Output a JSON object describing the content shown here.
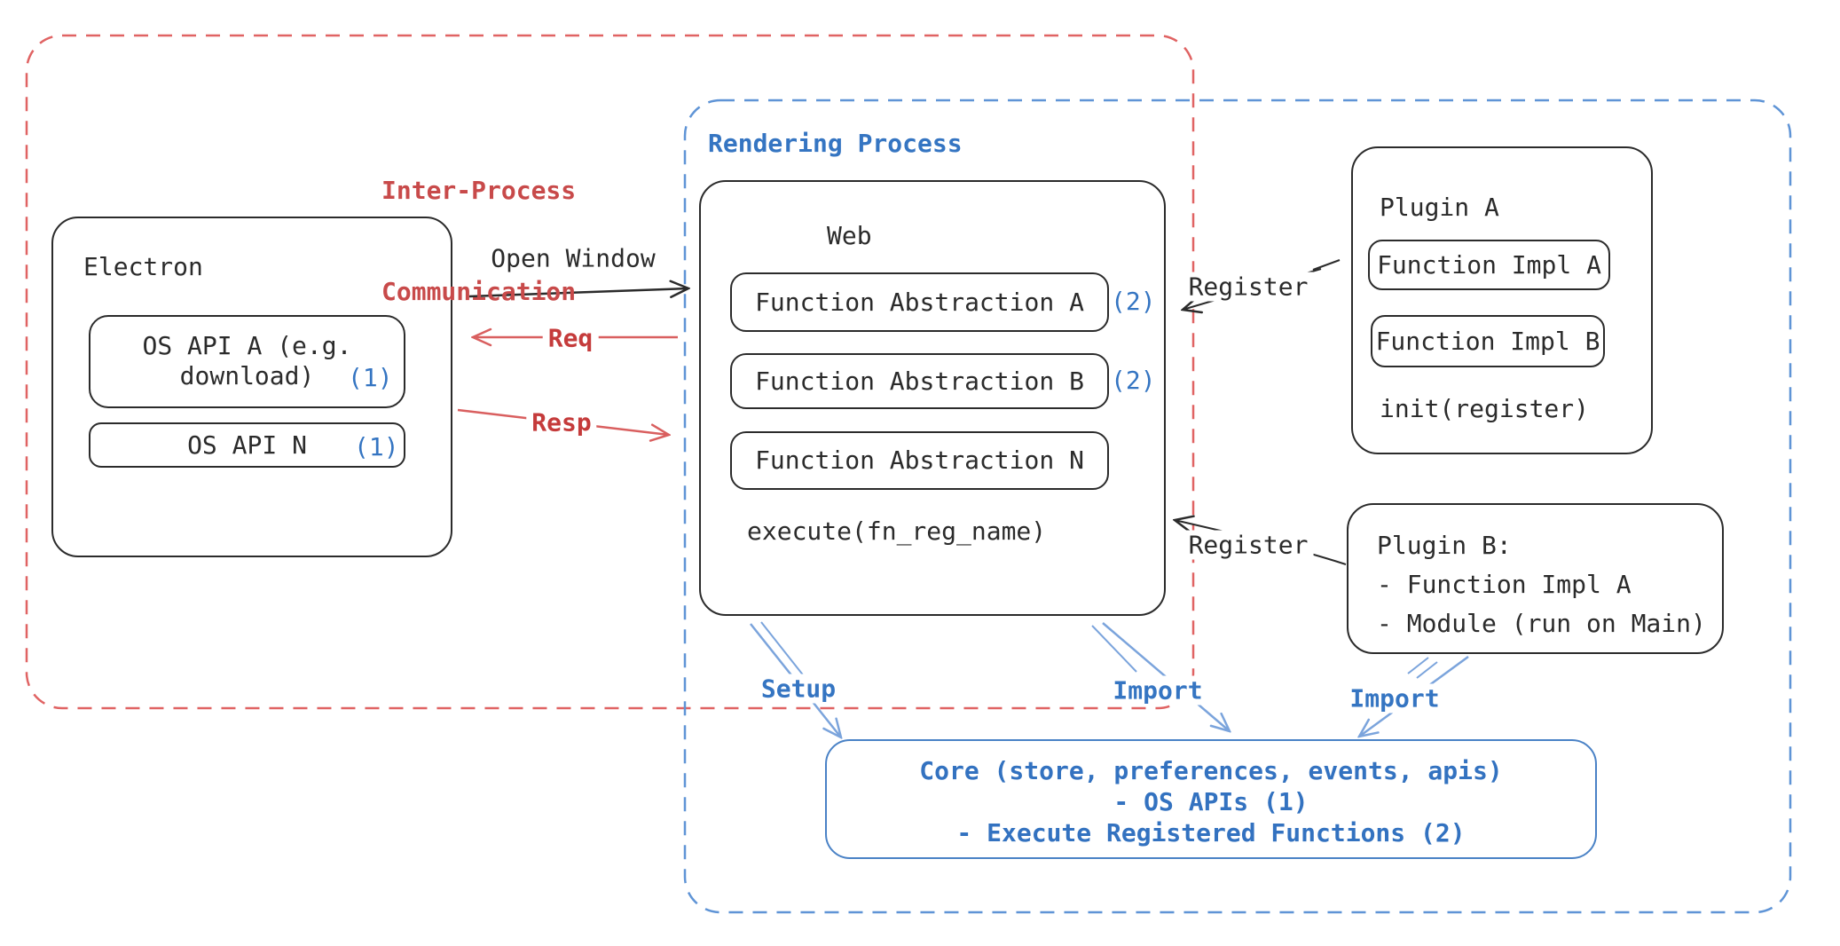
{
  "regions": {
    "ipc": {
      "line1": "Inter-Process",
      "line2": "Communication"
    },
    "rendering": {
      "title": "Rendering Process"
    }
  },
  "electron": {
    "title": "Electron",
    "os_api_a_line1": "OS API A (e.g.",
    "os_api_a_line2": "download)",
    "os_api_a_ref": "(1)",
    "os_api_n_label": "OS API N",
    "os_api_n_ref": "(1)"
  },
  "web": {
    "title": "Web",
    "abstraction_a": "Function Abstraction A",
    "abstraction_a_ref": "(2)",
    "abstraction_b": "Function Abstraction B",
    "abstraction_b_ref": "(2)",
    "abstraction_n": "Function Abstraction N",
    "execute": "execute(fn_reg_name)"
  },
  "plugin_a": {
    "title": "Plugin A",
    "impl_a": "Function Impl A",
    "impl_b": "Function Impl B",
    "init": "init(register)"
  },
  "plugin_b": {
    "title": "Plugin B:",
    "item1": "- Function Impl A",
    "item2": "- Module (run on Main)"
  },
  "core": {
    "line1": "Core (store, preferences, events, apis)",
    "line2": "- OS APIs (1)",
    "line3": "- Execute Registered Functions (2)"
  },
  "arrows": {
    "open_window": "Open Window",
    "req": "Req",
    "resp": "Resp",
    "register_a": "Register",
    "register_b": "Register",
    "setup": "Setup",
    "import_web": "Import",
    "import_plugin": "Import"
  },
  "colors": {
    "ink": "#2b2b2b",
    "red_label": "#c84a4a",
    "red_dash": "#e06363",
    "red_arrow": "#d95f5f",
    "blue_label": "#3575c2",
    "blue_dash": "#5f94d6",
    "blue_arrow": "#7ba4dc",
    "core_border": "#4a82c6",
    "core_text": "#3372c0"
  }
}
